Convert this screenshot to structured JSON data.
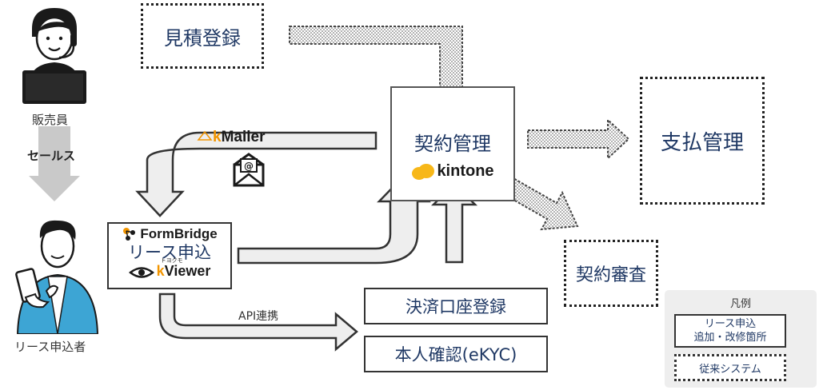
{
  "people": {
    "seller_label": "販売員",
    "sales_label": "セールス",
    "applicant_label": "リース申込者"
  },
  "boxes": {
    "estimate": "見積登録",
    "contract_management": "契約管理",
    "payment_management": "支払管理",
    "contract_review": "契約審査",
    "lease_application": "リース申込",
    "payment_account": "決済口座登録",
    "identity_verification": "本人確認(eKYC)"
  },
  "brands": {
    "kmailer_k": "k",
    "kmailer_rest": "Mailer",
    "formbridge": "FormBridge",
    "kviewer_ruby": "トヨクモ",
    "kviewer_k": "k",
    "kviewer_rest": "Viewer",
    "kintone": "kintone"
  },
  "arrows": {
    "api_label": "API連携"
  },
  "legend": {
    "title": "凡例",
    "new_line1": "リース申込",
    "new_line2": "追加・改修箇所",
    "legacy": "従来システム"
  },
  "colors": {
    "navy_text": "#1f3864",
    "arrow_fill": "#eeeeee",
    "sales_arrow": "#c9c9c9",
    "kintone_yellow": "#f7b718",
    "formbridge_orange": "#f29500",
    "legend_bg": "#eeeeee",
    "shirt_blue": "#3da5d4"
  }
}
